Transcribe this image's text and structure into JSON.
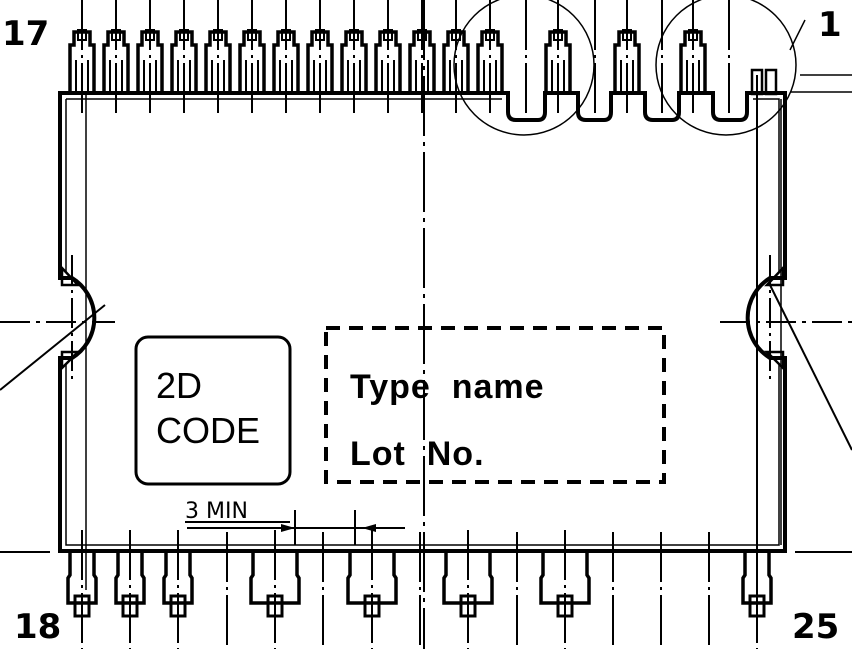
{
  "drawing": {
    "title": "Package outline — top view",
    "pin_labels": {
      "top_left": "17",
      "top_right": "1",
      "bottom_left": "18",
      "bottom_right": "25"
    },
    "top_pin_count": 17,
    "bottom_pin_count": 8,
    "code_box": {
      "line1": "2D",
      "line2": "CODE"
    },
    "marking_box": {
      "line1": "Type  name",
      "line2": "Lot  No."
    },
    "dimension": {
      "label": "3 MIN"
    },
    "colors": {
      "ink": "#000000",
      "paper": "#ffffff"
    }
  }
}
